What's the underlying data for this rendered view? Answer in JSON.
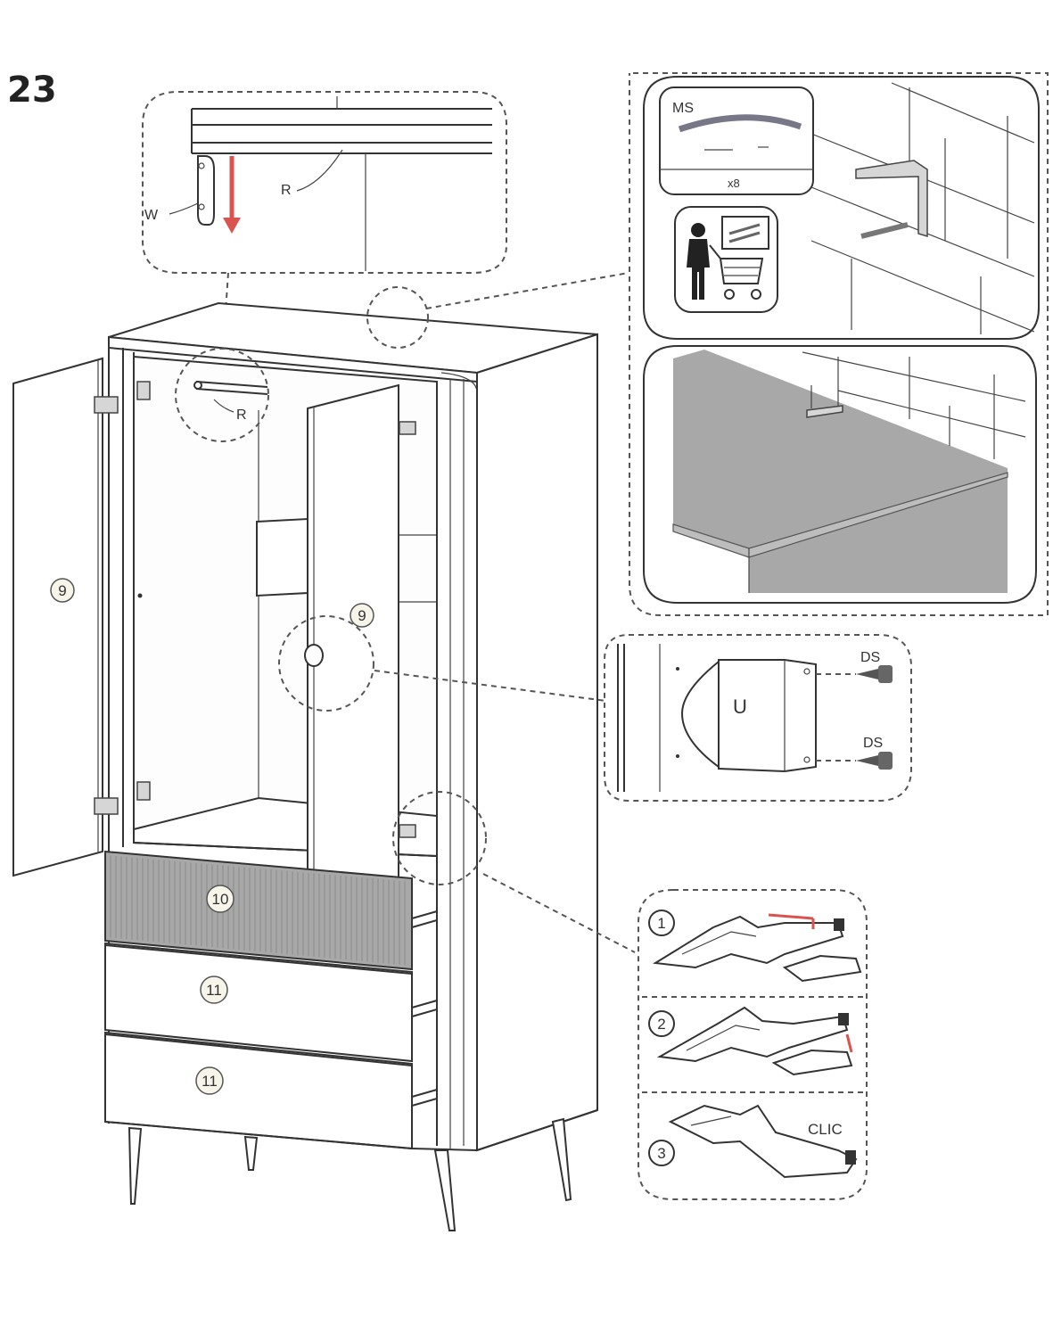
{
  "step": {
    "number": "23"
  },
  "labels": {
    "part_W": "W",
    "part_R_detail": "R",
    "part_R_cabinet": "R",
    "door_left": "9",
    "door_right": "9",
    "drawer_top": "10",
    "drawer_middle": "11",
    "drawer_bottom": "11",
    "part_U": "U",
    "screw_DS_top": "DS",
    "screw_DS_bottom": "DS",
    "wall_kit_MS": "MS",
    "wall_kit_qty": "x8",
    "sub_step_1": "1",
    "sub_step_2": "2",
    "sub_step_3": "3",
    "clic": "CLIC"
  },
  "colors": {
    "line": "#333333",
    "arrow": "#d9534f",
    "drawer_front_top": "#a8a8a8",
    "wall_top_grey": "#a8a8a8",
    "balloon": "#f7f5ea"
  }
}
